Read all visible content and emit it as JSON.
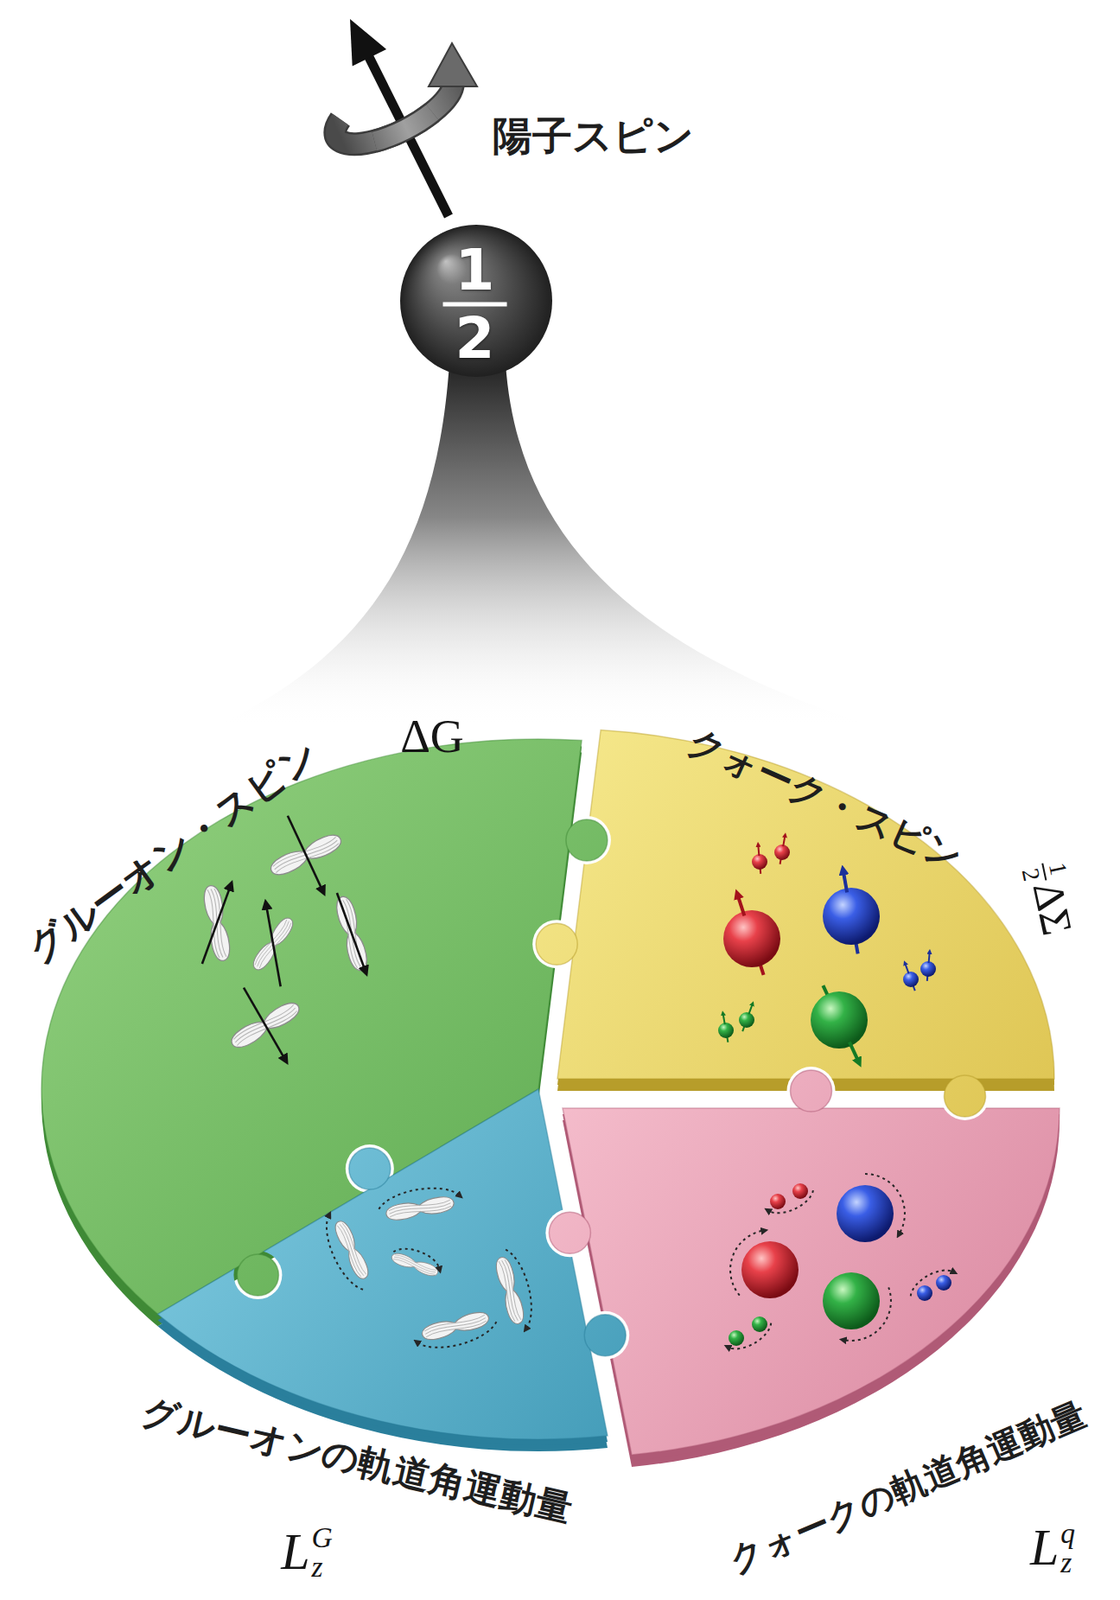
{
  "diagram": {
    "nodes": [
      {
        "text": [
          "1",
          "2"
        ]
      },
      {
        "text": [
          "グルーオン・スピン",
          "ΔG"
        ]
      },
      {
        "text": [
          "クォーク・スピン",
          "1",
          "2",
          "ΔΣ"
        ]
      },
      {
        "text": [
          "グルーオンの軌道角運動量",
          "L",
          "z",
          "G"
        ]
      },
      {
        "text": [
          "クォークの軌道角運動量",
          "L",
          "z",
          "q"
        ]
      }
    ],
    "labels": [
      "陽子スピン"
    ]
  }
}
